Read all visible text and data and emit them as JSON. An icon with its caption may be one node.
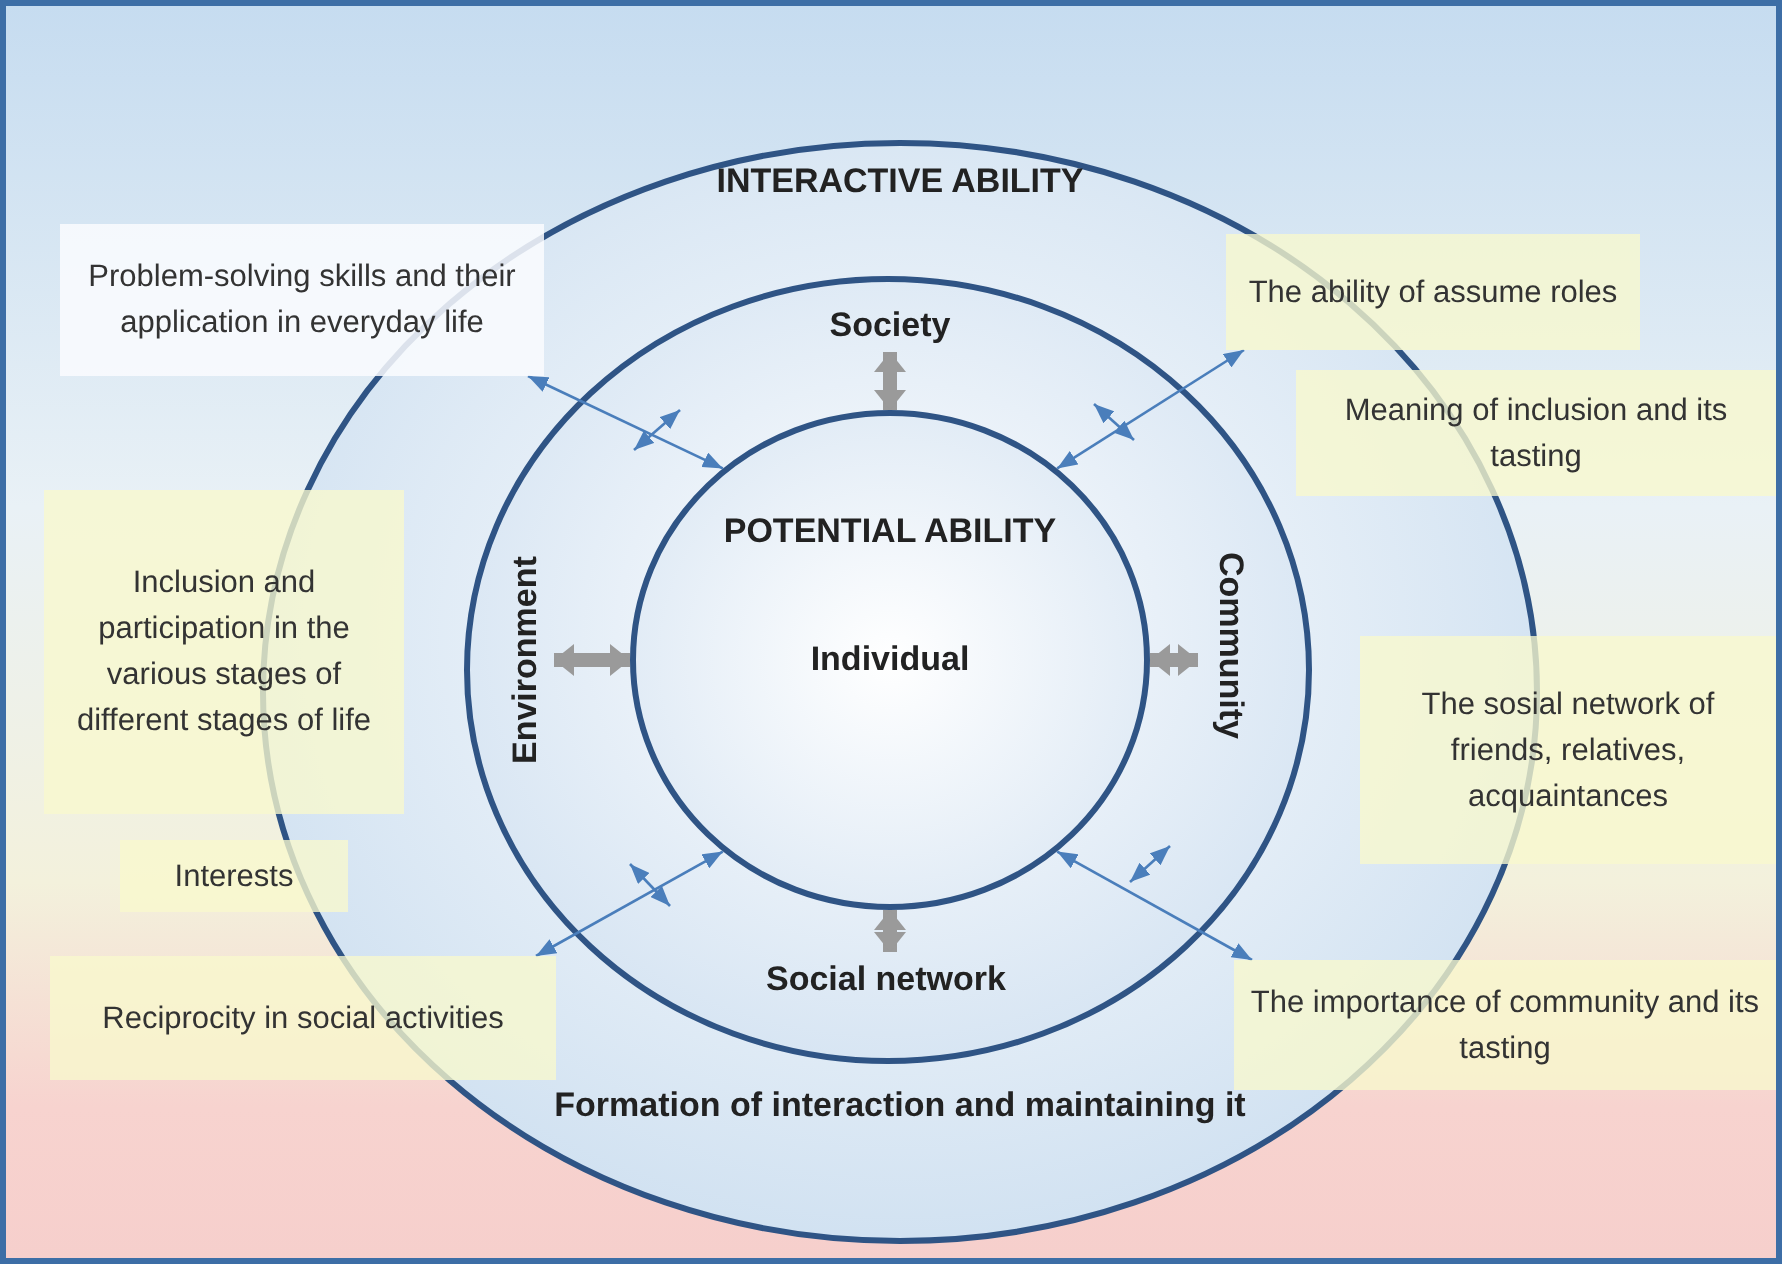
{
  "diagram": {
    "nodes": [
      {
        "text": [
          "INTERACTIVE ABILITY",
          "Formation of interaction and maintaining it"
        ]
      },
      {
        "text": [],
        "shape": "circle",
        "in": 0
      },
      {
        "text": [
          "Society"
        ],
        "in": 1
      },
      {
        "text": [
          "Environment"
        ],
        "in": 1
      },
      {
        "text": [
          "Community"
        ],
        "in": 1
      },
      {
        "text": [
          "Social network"
        ],
        "in": 1
      },
      {
        "text": [
          "POTENTIAL ABILITY",
          "Individual"
        ],
        "in": 1
      },
      {
        "text": [
          "Problem-solving skills and their application in everyday life"
        ]
      },
      {
        "text": [
          "The ability of assume roles"
        ]
      },
      {
        "text": [
          "Meaning of inclusion and its tasting"
        ]
      },
      {
        "text": [
          "Inclusion and participation in the various stages of different stages of life"
        ]
      },
      {
        "text": [
          "The sosial network of friends, relatives, acquaintances"
        ]
      },
      {
        "text": [
          "Interests"
        ]
      },
      {
        "text": [
          "Reciprocity in social activities"
        ]
      },
      {
        "text": [
          "The importance of community and its tasting"
        ]
      }
    ],
    "edges": [
      {
        "from": 7,
        "to": 6,
        "arrow": "both",
        "color": "#4a7ebb"
      },
      {
        "from": 8,
        "to": 6,
        "arrow": "both",
        "color": "#4a7ebb"
      },
      {
        "from": 13,
        "to": 6,
        "arrow": "both",
        "color": "#4a7ebb"
      },
      {
        "from": 14,
        "to": 6,
        "arrow": "both",
        "color": "#4a7ebb"
      },
      {
        "from": 6,
        "to": 2,
        "arrow": "both",
        "style": "thick",
        "color": "#9a9a9a"
      },
      {
        "from": 6,
        "to": 3,
        "arrow": "both",
        "style": "thick",
        "color": "#9a9a9a"
      },
      {
        "from": 6,
        "to": 4,
        "arrow": "both",
        "style": "thick",
        "color": "#9a9a9a"
      },
      {
        "from": 6,
        "to": 5,
        "arrow": "both",
        "style": "thick",
        "color": "#9a9a9a"
      }
    ]
  }
}
